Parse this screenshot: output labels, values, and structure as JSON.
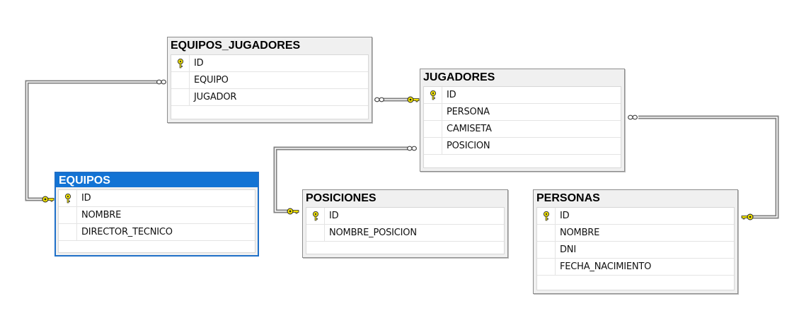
{
  "diagram": {
    "tables": [
      {
        "id": "equipos_jugadores",
        "title": "EQUIPOS_JUGADORES",
        "selected": false,
        "columns": [
          {
            "name": "ID",
            "pk": true
          },
          {
            "name": "EQUIPO",
            "pk": false
          },
          {
            "name": "JUGADOR",
            "pk": false
          }
        ]
      },
      {
        "id": "jugadores",
        "title": "JUGADORES",
        "selected": false,
        "columns": [
          {
            "name": "ID",
            "pk": true
          },
          {
            "name": "PERSONA",
            "pk": false
          },
          {
            "name": "CAMISETA",
            "pk": false
          },
          {
            "name": "POSICION",
            "pk": false
          }
        ]
      },
      {
        "id": "equipos",
        "title": "EQUIPOS",
        "selected": true,
        "columns": [
          {
            "name": "ID",
            "pk": true
          },
          {
            "name": "NOMBRE",
            "pk": false
          },
          {
            "name": "DIRECTOR_TECNICO",
            "pk": false
          }
        ]
      },
      {
        "id": "posiciones",
        "title": "POSICIONES",
        "selected": false,
        "columns": [
          {
            "name": "ID",
            "pk": true
          },
          {
            "name": "NOMBRE_POSICION",
            "pk": false
          }
        ]
      },
      {
        "id": "personas",
        "title": "PERSONAS",
        "selected": false,
        "columns": [
          {
            "name": "ID",
            "pk": true
          },
          {
            "name": "NOMBRE",
            "pk": false
          },
          {
            "name": "DNI",
            "pk": false
          },
          {
            "name": "FECHA_NACIMIENTO",
            "pk": false
          }
        ]
      }
    ],
    "relationships": [
      {
        "from": "equipos_jugadores",
        "to": "equipos"
      },
      {
        "from": "equipos_jugadores",
        "to": "jugadores"
      },
      {
        "from": "jugadores",
        "to": "posiciones"
      },
      {
        "from": "jugadores",
        "to": "personas"
      }
    ],
    "colors": {
      "selected_header": "#1273d4",
      "key_icon": "#f2e300",
      "connector": "#808080"
    },
    "icons": {
      "primary_key": "key-icon",
      "many_end": "infinity-icon",
      "one_end": "key-icon"
    }
  }
}
